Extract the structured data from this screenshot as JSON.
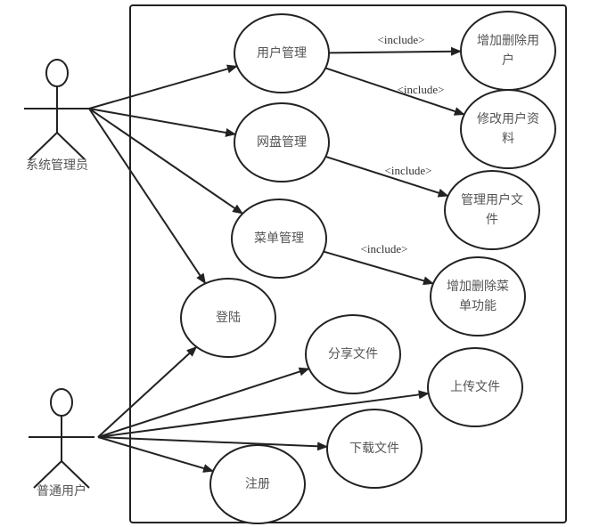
{
  "actors": [
    {
      "id": "admin",
      "label": "系统管理员"
    },
    {
      "id": "user",
      "label": "普通用户"
    }
  ],
  "use_cases": [
    {
      "id": "user_mgmt",
      "lines": [
        "用户管理"
      ]
    },
    {
      "id": "add_del_user",
      "lines": [
        "增加删除用",
        "户"
      ]
    },
    {
      "id": "edit_user",
      "lines": [
        "修改用户资",
        "料"
      ]
    },
    {
      "id": "disk_mgmt",
      "lines": [
        "网盘管理"
      ]
    },
    {
      "id": "manage_files",
      "lines": [
        "管理用户文",
        "件"
      ]
    },
    {
      "id": "menu_mgmt",
      "lines": [
        "菜单管理"
      ]
    },
    {
      "id": "add_del_menu",
      "lines": [
        "增加删除菜",
        "单功能"
      ]
    },
    {
      "id": "login",
      "lines": [
        "登陆"
      ]
    },
    {
      "id": "share",
      "lines": [
        "分享文件"
      ]
    },
    {
      "id": "upload",
      "lines": [
        "上传文件"
      ]
    },
    {
      "id": "download",
      "lines": [
        "下载文件"
      ]
    },
    {
      "id": "register",
      "lines": [
        "注册"
      ]
    }
  ],
  "associations": [
    {
      "from": "admin",
      "to": "user_mgmt"
    },
    {
      "from": "admin",
      "to": "disk_mgmt"
    },
    {
      "from": "admin",
      "to": "menu_mgmt"
    },
    {
      "from": "admin",
      "to": "login"
    },
    {
      "from": "user",
      "to": "login"
    },
    {
      "from": "user",
      "to": "share"
    },
    {
      "from": "user",
      "to": "upload"
    },
    {
      "from": "user",
      "to": "download"
    },
    {
      "from": "user",
      "to": "register"
    }
  ],
  "includes": [
    {
      "from": "user_mgmt",
      "to": "add_del_user",
      "label": "<include>"
    },
    {
      "from": "user_mgmt",
      "to": "edit_user",
      "label": "<include>"
    },
    {
      "from": "disk_mgmt",
      "to": "manage_files",
      "label": "<include>"
    },
    {
      "from": "menu_mgmt",
      "to": "add_del_menu",
      "label": "<include>"
    }
  ]
}
